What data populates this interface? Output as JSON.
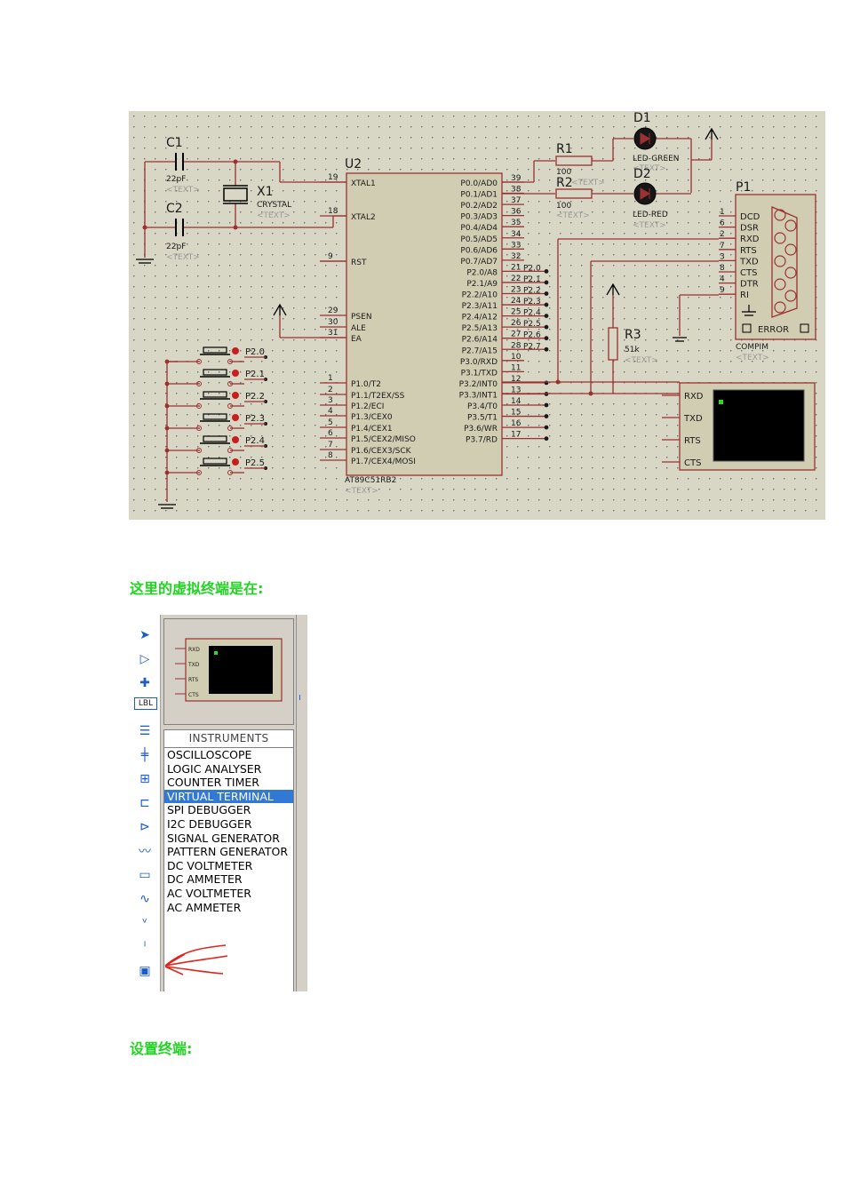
{
  "schematic": {
    "C1": {
      "ref": "C1",
      "value": "22pF",
      "text": "<TEXT>"
    },
    "C2": {
      "ref": "C2",
      "value": "22pF",
      "text": "<TEXT>"
    },
    "X1": {
      "ref": "X1",
      "value": "CRYSTAL",
      "text": "<TEXT>"
    },
    "U2": {
      "ref": "U2",
      "part": "AT89C51RB2",
      "text": "<TEXT>"
    },
    "U2_left_pins": [
      {
        "num": "19",
        "name": "XTAL1"
      },
      {
        "num": "18",
        "name": "XTAL2"
      },
      {
        "num": "9",
        "name": "RST"
      },
      {
        "num": "29",
        "name": "PSEN"
      },
      {
        "num": "30",
        "name": "ALE"
      },
      {
        "num": "31",
        "name": "EA"
      },
      {
        "num": "1",
        "name": "P1.0/T2"
      },
      {
        "num": "2",
        "name": "P1.1/T2EX/SS"
      },
      {
        "num": "3",
        "name": "P1.2/ECI"
      },
      {
        "num": "4",
        "name": "P1.3/CEX0"
      },
      {
        "num": "5",
        "name": "P1.4/CEX1"
      },
      {
        "num": "6",
        "name": "P1.5/CEX2/MISO"
      },
      {
        "num": "7",
        "name": "P1.6/CEX3/SCK"
      },
      {
        "num": "8",
        "name": "P1.7/CEX4/MOSI"
      }
    ],
    "U2_right_pins": [
      {
        "num": "39",
        "name": "P0.0/AD0"
      },
      {
        "num": "38",
        "name": "P0.1/AD1"
      },
      {
        "num": "37",
        "name": "P0.2/AD2"
      },
      {
        "num": "36",
        "name": "P0.3/AD3"
      },
      {
        "num": "35",
        "name": "P0.4/AD4"
      },
      {
        "num": "34",
        "name": "P0.5/AD5"
      },
      {
        "num": "33",
        "name": "P0.6/AD6"
      },
      {
        "num": "32",
        "name": "P0.7/AD7"
      },
      {
        "num": "21",
        "name": "P2.0/A8",
        "net": "P2.0"
      },
      {
        "num": "22",
        "name": "P2.1/A9",
        "net": "P2.1"
      },
      {
        "num": "23",
        "name": "P2.2/A10",
        "net": "P2.2"
      },
      {
        "num": "24",
        "name": "P2.3/A11",
        "net": "P2.3"
      },
      {
        "num": "25",
        "name": "P2.4/A12",
        "net": "P2.4"
      },
      {
        "num": "26",
        "name": "P2.5/A13",
        "net": "P2.5"
      },
      {
        "num": "27",
        "name": "P2.6/A14",
        "net": "P2.6"
      },
      {
        "num": "28",
        "name": "P2.7/A15",
        "net": "P2.7"
      },
      {
        "num": "10",
        "name": "P3.0/RXD"
      },
      {
        "num": "11",
        "name": "P3.1/TXD"
      },
      {
        "num": "12",
        "name": "P3.2/INT0"
      },
      {
        "num": "13",
        "name": "P3.3/INT1"
      },
      {
        "num": "14",
        "name": "P3.4/T0"
      },
      {
        "num": "15",
        "name": "P3.5/T1"
      },
      {
        "num": "16",
        "name": "P3.6/WR"
      },
      {
        "num": "17",
        "name": "P3.7/RD"
      }
    ],
    "R1": {
      "ref": "R1",
      "value": "100",
      "text": "<TEXT>"
    },
    "R2": {
      "ref": "R2",
      "value": "100",
      "text": "<TEXT>"
    },
    "R3": {
      "ref": "R3",
      "value": "51k",
      "text": "<TEXT>"
    },
    "D1": {
      "ref": "D1",
      "value": "LED-GREEN",
      "text": "<TEXT>"
    },
    "D2": {
      "ref": "D2",
      "value": "LED-RED",
      "text": "<TEXT>"
    },
    "P1": {
      "ref": "P1",
      "part": "COMPIM",
      "text": "<TEXT>",
      "error": "ERROR",
      "pins": [
        {
          "num": "1",
          "name": "DCD"
        },
        {
          "num": "6",
          "name": "DSR"
        },
        {
          "num": "2",
          "name": "RXD"
        },
        {
          "num": "7",
          "name": "RTS"
        },
        {
          "num": "3",
          "name": "TXD"
        },
        {
          "num": "8",
          "name": "CTS"
        },
        {
          "num": "4",
          "name": "DTR"
        },
        {
          "num": "9",
          "name": "RI"
        }
      ]
    },
    "buttons": [
      "P2.0",
      "P2.1",
      "P2.2",
      "P2.3",
      "P2.4",
      "P2.5"
    ],
    "terminal_pins": [
      "RXD",
      "TXD",
      "RTS",
      "CTS"
    ]
  },
  "headings": {
    "terminal_location": "这里的虚拟终端是在:",
    "setup_terminal": "设置终端:"
  },
  "proteus": {
    "tools": [
      {
        "icon": "selection-arrow-icon",
        "glyph": "➤"
      },
      {
        "icon": "component-icon",
        "glyph": "▷"
      },
      {
        "icon": "junction-icon",
        "glyph": "✚"
      },
      {
        "icon": "label-icon",
        "glyph": "LBL"
      },
      {
        "icon": "text-script-icon",
        "glyph": "☰"
      },
      {
        "icon": "bus-icon",
        "glyph": "╪"
      },
      {
        "icon": "subcircuit-icon",
        "glyph": "⊞"
      },
      {
        "icon": "terminal-icon",
        "glyph": "⊏"
      },
      {
        "icon": "device-pin-icon",
        "glyph": "⊳"
      },
      {
        "icon": "graph-icon",
        "glyph": "〰"
      },
      {
        "icon": "tape-recorder-icon",
        "glyph": "▭"
      },
      {
        "icon": "generator-icon",
        "glyph": "∿"
      },
      {
        "icon": "voltage-probe-icon",
        "glyph": "ᵛ"
      },
      {
        "icon": "current-probe-icon",
        "glyph": "ᴵ"
      },
      {
        "icon": "virtual-instrument-icon",
        "glyph": "▣"
      }
    ],
    "preview_pins": [
      "RXD",
      "TXD",
      "RTS",
      "CTS"
    ],
    "list_header": "INSTRUMENTS",
    "instruments": [
      "OSCILLOSCOPE",
      "LOGIC ANALYSER",
      "COUNTER TIMER",
      "VIRTUAL TERMINAL",
      "SPI DEBUGGER",
      "I2C DEBUGGER",
      "SIGNAL GENERATOR",
      "PATTERN GENERATOR",
      "DC VOLTMETER",
      "DC AMMETER",
      "AC VOLTMETER",
      "AC AMMETER"
    ],
    "selected": "VIRTUAL TERMINAL"
  }
}
